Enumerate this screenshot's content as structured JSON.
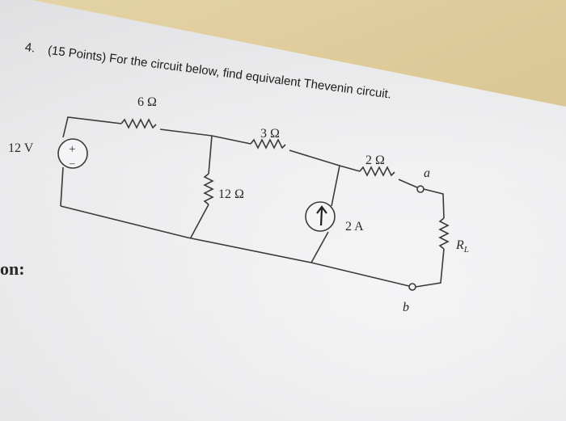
{
  "question": {
    "number": "4.",
    "text": "(15 Points) For the circuit below, find equivalent Thevenin circuit."
  },
  "circuit": {
    "source_voltage": "12 V",
    "source_plus": "+",
    "source_minus": "–",
    "r_series": "6 Ω",
    "r_shunt": "12 Ω",
    "r_mid": "3 Ω",
    "r_out": "2 Ω",
    "current_source": "2 A",
    "terminal_a": "a",
    "terminal_b": "b",
    "load": "RL",
    "load_sub": "L"
  },
  "partial_label": "on:"
}
